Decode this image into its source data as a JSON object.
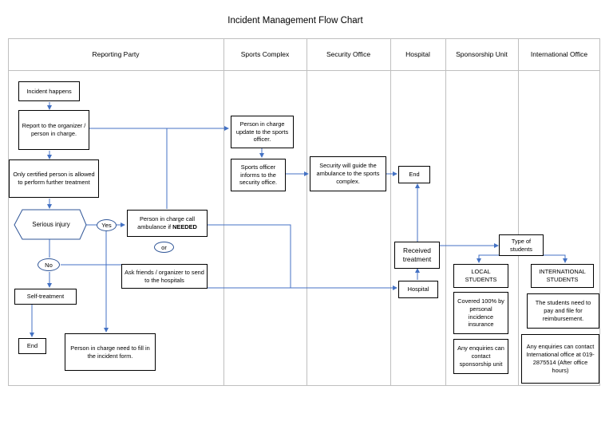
{
  "title": "Incident Management Flow Chart",
  "lanes": {
    "reporting": "Reporting Party",
    "sports": "Sports Complex",
    "security": "Security Office",
    "hospital": "Hospital",
    "sponsorship": "Sponsorship Unit",
    "international": "International Office"
  },
  "nodes": {
    "incident": "Incident happens",
    "report": "Report to the organizer / person in charge.",
    "certified": "Only certified person is allowed to perform further treatment",
    "serious": "Serious injury",
    "yes": "Yes",
    "no": "No",
    "call_ambulance": "Person in charge call ambulance if",
    "needed": "NEEDED",
    "or": "or",
    "ask_friends": "Ask friends / organizer to send to the hospitals",
    "self_treatment": "Self-treatment",
    "end_left": "End",
    "incident_form": "Person in charge need to fill in the incident form.",
    "update_officer": "Person in charge update to the sports officer.",
    "officer_informs": "Sports officer informs to the security office.",
    "security_guide": "Security will guide the ambulance to the sports complex.",
    "end_hospital": "End",
    "received": "Received treatment",
    "hospital": "Hospital",
    "type_students": "Type of students",
    "local": "LOCAL STUDENTS",
    "covered": "Covered 100% by personal incidence insurance",
    "local_enquiries": "Any enquiries can contact sponsorship unit",
    "international": "INTERNATIONAL STUDENTS",
    "intl_pay": "The students need to pay and file for reimbursement.",
    "intl_enquiries": "Any enquiries can contact International office at 019-2875514 (After office hours)"
  },
  "colors": {
    "connector": "#4472c4",
    "frame": "#bfbfbf",
    "oval_border": "#2f5597"
  }
}
